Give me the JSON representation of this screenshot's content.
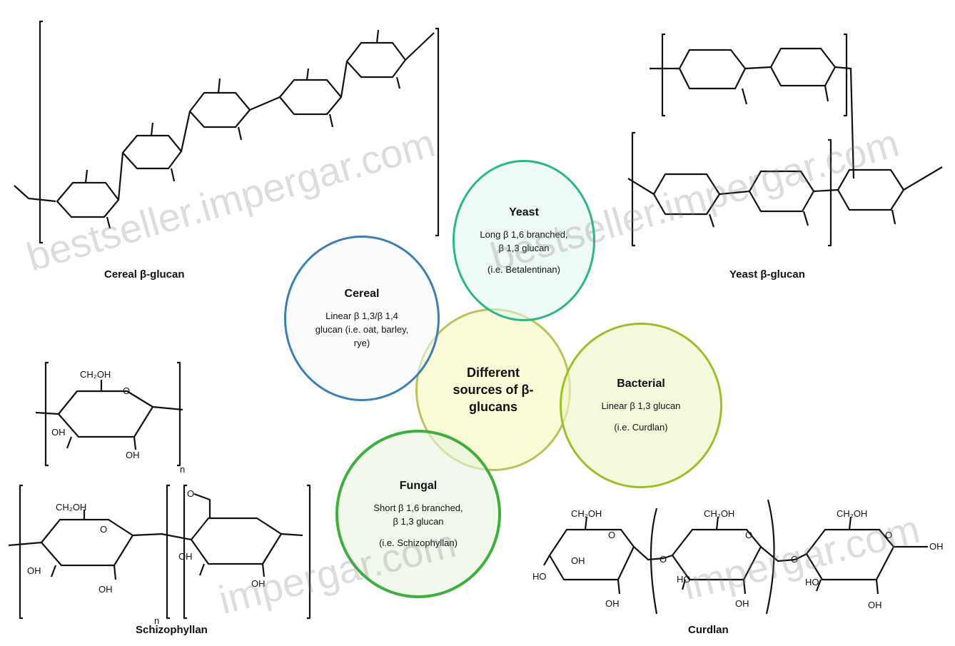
{
  "structures": {
    "cereal_label": "Cereal β-glucan",
    "yeast_label": "Yeast β-glucan",
    "schizophyllan_label": "Schizophyllan",
    "curdlan_label": "Curdlan",
    "groups": {
      "ch2oh": "CH₂OH",
      "oh": "OH",
      "ho": "HO",
      "o": "O",
      "n": "n"
    }
  },
  "center": {
    "title": "Different sources of β-glucans"
  },
  "sources": [
    {
      "title": "Cereal",
      "desc": "Linear β 1,3/β 1,4 glucan (i.e. oat, barley, rye)",
      "example": ""
    },
    {
      "title": "Yeast",
      "desc": "Long β 1,6 branched, β 1,3 glucan",
      "example": "(i.e. Betalentinan)"
    },
    {
      "title": "Bacterial",
      "desc": "Linear β 1,3 glucan",
      "example": "(i.e. Curdlan)"
    },
    {
      "title": "Fungal",
      "desc": "Short β 1,6 branched, β 1,3 glucan",
      "example": "(i.e. Schizophyllan)"
    }
  ],
  "watermarks": [
    "bestseller.impergar.com",
    "bestseller.impergar.com",
    "impergar.com",
    "impergar.com"
  ],
  "colors": {
    "cereal_ring": "#3d7fb0",
    "yeast_ring": "#2db58a",
    "bacterial_ring": "#9bbf2a",
    "fungal_ring": "#3fae3f",
    "center_ring": "#b9c35a",
    "center_fill": "#fafbd6",
    "bacterial_fill": "#f0f6c8",
    "fungal_fill": "#e6f5de",
    "yeast_fill": "#def5ee",
    "cereal_fill": "#f6f8fc"
  }
}
